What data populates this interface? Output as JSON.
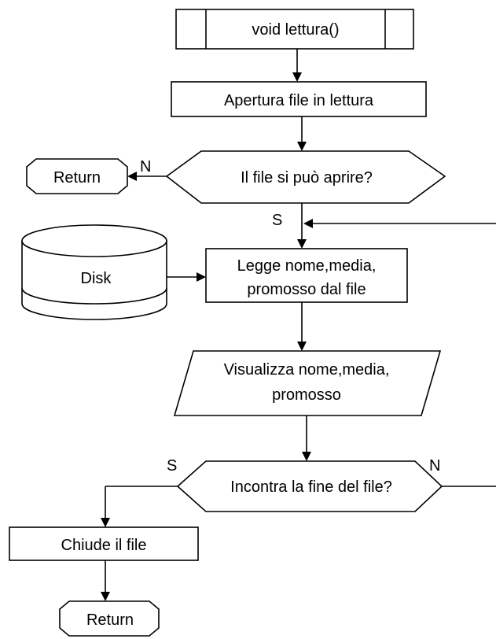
{
  "flowchart": {
    "subroutine": "void lettura()",
    "open_file": "Apertura file in lettura",
    "decision_open": "Il  file  si può aprire?",
    "return_top": "Return",
    "branch_no_open": "N",
    "branch_yes_open": "S",
    "disk": "Disk",
    "read_line1": "Legge nome,media,",
    "read_line2": "promosso dal  file",
    "display_line1": "Visualizza nome,media,",
    "display_line2": "promosso",
    "decision_eof": "Incontra la fine del file?",
    "branch_yes_eof": "S",
    "branch_no_eof": "N",
    "close_file": "Chiude il file",
    "return_bottom": "Return"
  }
}
